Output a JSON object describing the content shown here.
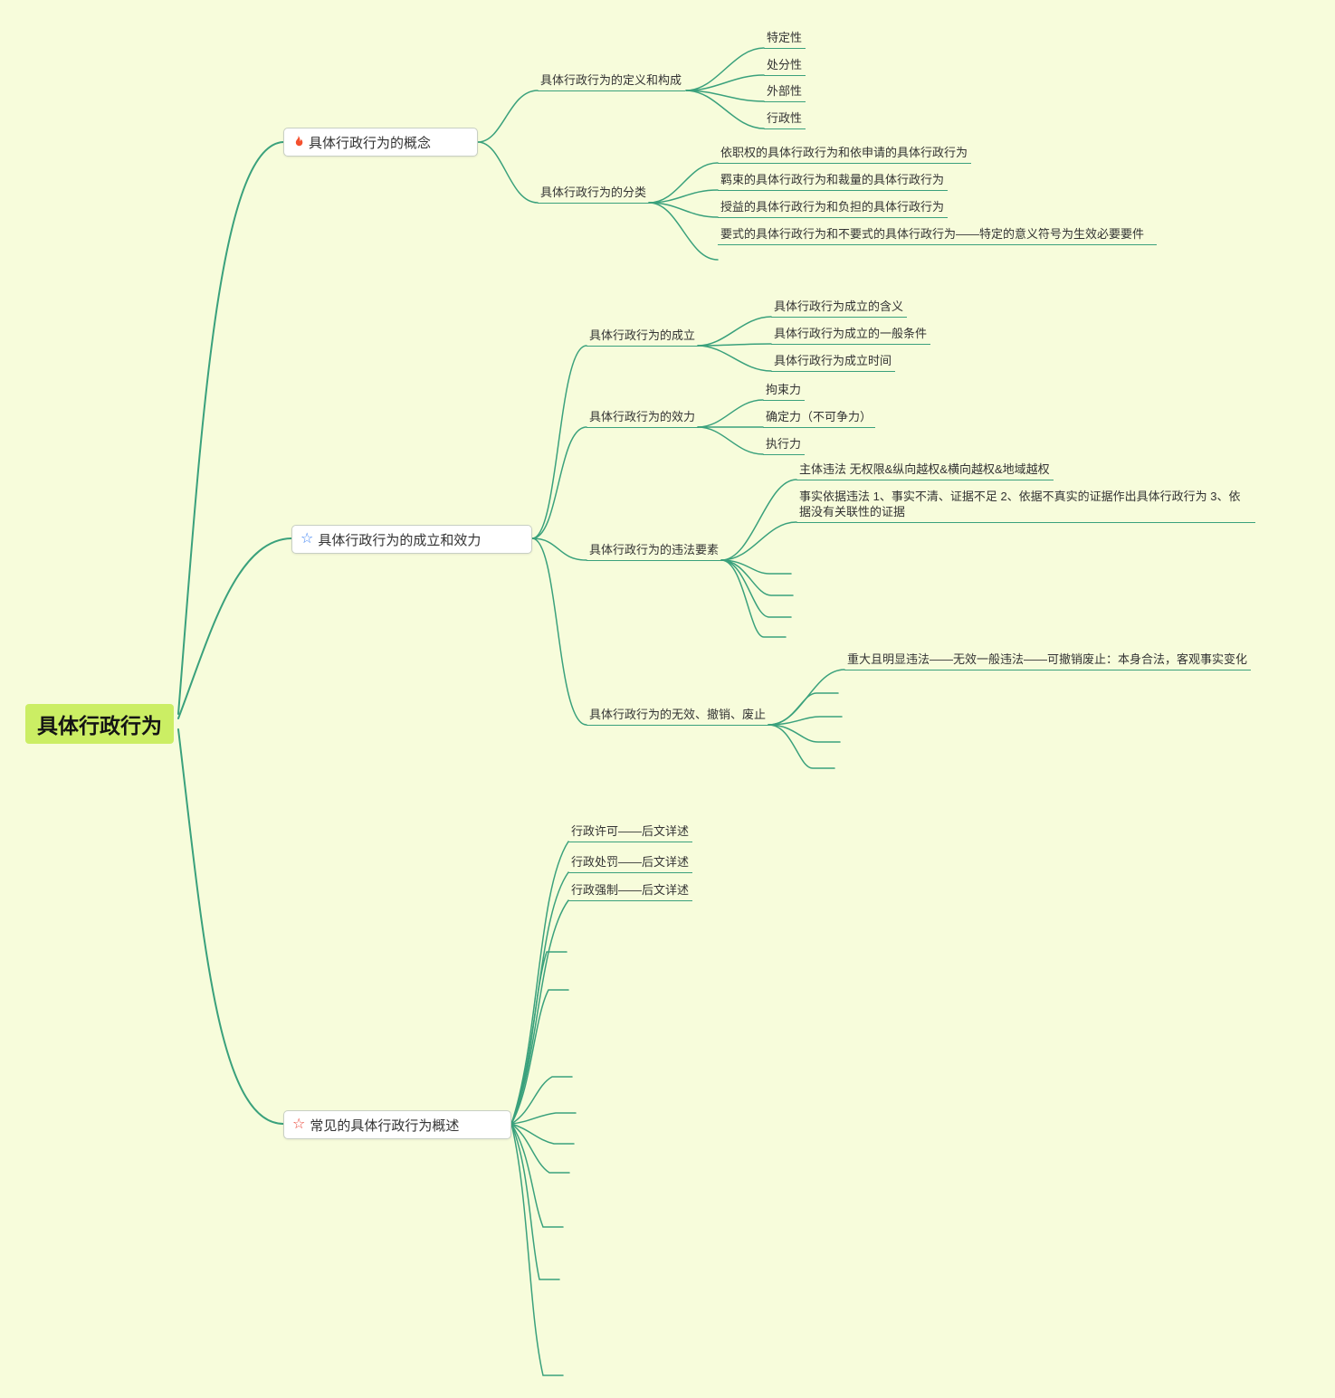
{
  "colors": {
    "background": "#f7fcdb",
    "connector": "#3aa17c",
    "root_highlight": "#cbee64",
    "flame_icon": "#f4502e",
    "star_blue_icon": "#4285f4",
    "star_red_icon": "#ea4335"
  },
  "root": {
    "label": "具体行政行为"
  },
  "branches": [
    {
      "label": "具体行政行为的概念",
      "icon": "flame-icon",
      "children": [
        {
          "label": "具体行政行为的定义和构成",
          "children": [
            {
              "label": "特定性"
            },
            {
              "label": "处分性"
            },
            {
              "label": "外部性"
            },
            {
              "label": "行政性"
            }
          ]
        },
        {
          "label": "具体行政行为的分类",
          "children": [
            {
              "label": "依职权的具体行政行为和依申请的具体行政行为"
            },
            {
              "label": "羁束的具体行政行为和裁量的具体行政行为"
            },
            {
              "label": "授益的具体行政行为和负担的具体行政行为"
            },
            {
              "label": "要式的具体行政行为和不要式的具体行政行为——特定的意义符号为生效必要要件"
            }
          ]
        }
      ]
    },
    {
      "label": "具体行政行为的成立和效力",
      "icon": "star-blue-icon",
      "children": [
        {
          "label": "具体行政行为的成立",
          "children": [
            {
              "label": "具体行政行为成立的含义"
            },
            {
              "label": "具体行政行为成立的一般条件"
            },
            {
              "label": "具体行政行为成立时间"
            }
          ]
        },
        {
          "label": "具体行政行为的效力",
          "children": [
            {
              "label": "拘束力"
            },
            {
              "label": "确定力（不可争力）"
            },
            {
              "label": "执行力"
            }
          ]
        },
        {
          "label": "具体行政行为的违法要素",
          "children": [
            {
              "label": "主体违法 无权限&纵向越权&横向越权&地域越权"
            },
            {
              "label": "事实依据违法 1、事实不清、证据不足 2、依据不真实的证据作出具体行政行为 3、依据没有关联性的证据"
            }
          ]
        },
        {
          "label": "具体行政行为的无效、撤销、废止",
          "children": [
            {
              "label": "重大且明显违法——无效一般违法——可撤销废止：本身合法，客观事实变化"
            }
          ]
        }
      ]
    },
    {
      "label": "常见的具体行政行为概述",
      "icon": "star-red-icon",
      "children": [
        {
          "label": "行政许可——后文详述"
        },
        {
          "label": "行政处罚——后文详述"
        },
        {
          "label": "行政强制——后文详述"
        }
      ]
    }
  ]
}
